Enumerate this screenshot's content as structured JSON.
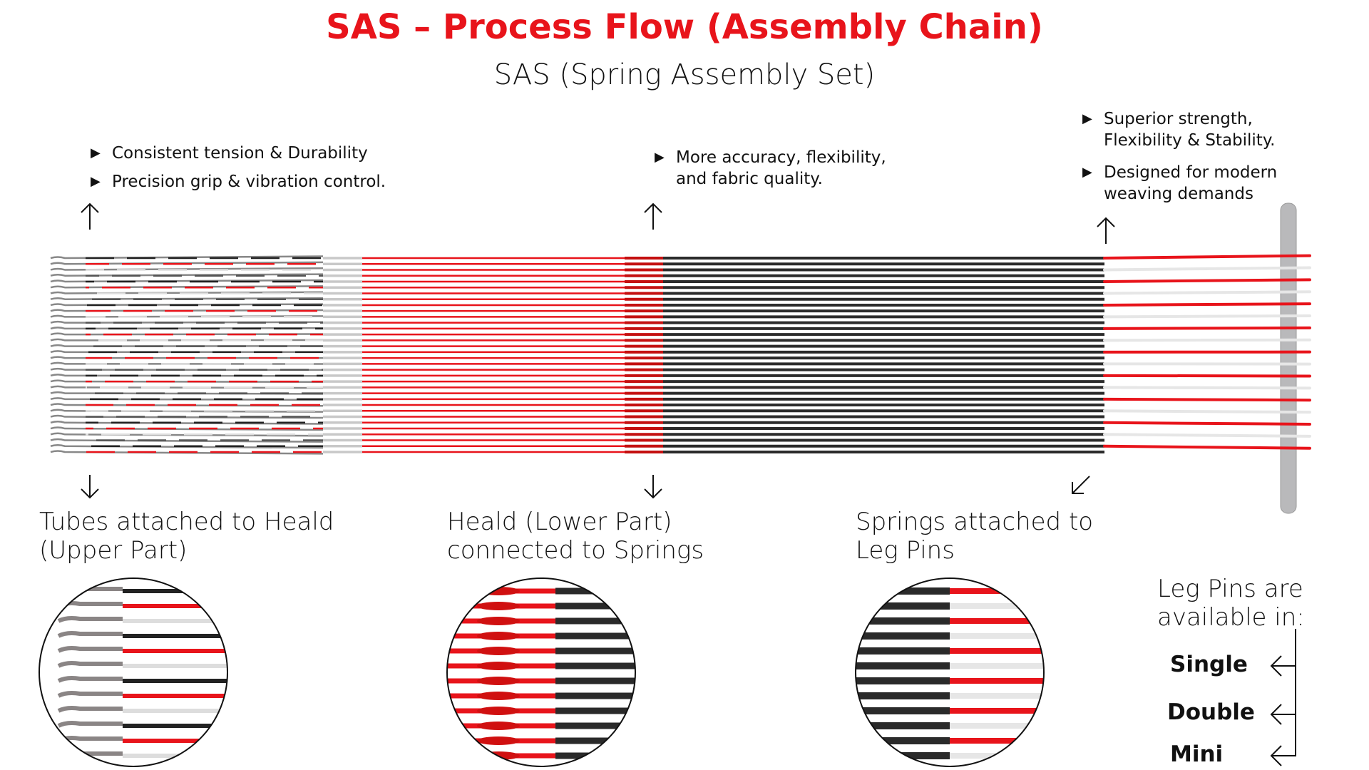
{
  "title": "SAS – Process Flow (Assembly Chain)",
  "subtitle": "SAS (Spring Assembly Set)",
  "colors": {
    "accent": "#e8141b",
    "dark": "#2a2a2a",
    "pin": "#b9b9bb"
  },
  "stages": [
    {
      "bullets": [
        "Consistent tension & Durability",
        "Precision grip & vibration control."
      ],
      "label_lines": [
        "Tubes attached to Heald",
        "(Upper Part)"
      ]
    },
    {
      "bullets": [
        "More accuracy, flexibility, and fabric quality."
      ],
      "label_lines": [
        "Heald (Lower Part)",
        "connected to Springs"
      ]
    },
    {
      "bullets": [
        "Superior strength, Flexibility & Stability.",
        "Designed for modern weaving demands"
      ],
      "label_lines": [
        "Springs attached to",
        "Leg Pins"
      ]
    }
  ],
  "leg_pins": {
    "heading_lines": [
      "Leg Pins are",
      "available in:"
    ],
    "options": [
      "Single",
      "Double",
      "Mini"
    ]
  }
}
